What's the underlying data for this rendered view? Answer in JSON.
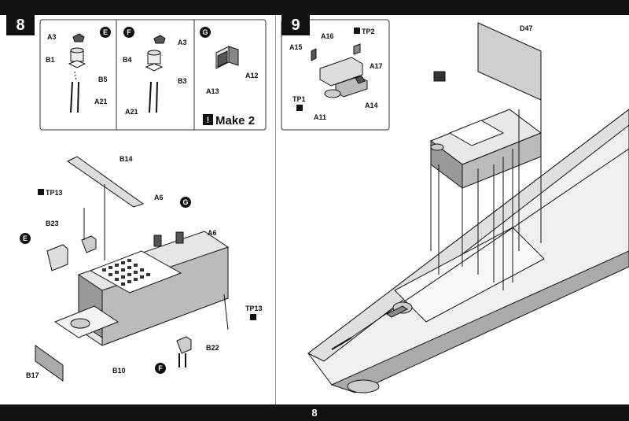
{
  "page_number": "8",
  "steps": [
    {
      "number": "8"
    },
    {
      "number": "9"
    }
  ],
  "subassemblies": {
    "e": "E",
    "f": "F",
    "g": "G"
  },
  "make_note": "Make 2",
  "parts": {
    "A3": "A3",
    "B1": "B1",
    "B5": "B5",
    "A21": "A21",
    "B4": "B4",
    "B3": "B3",
    "A13": "A13",
    "A12": "A12",
    "B14": "B14",
    "TP13": "TP13",
    "A6": "A6",
    "B23": "B23",
    "B22": "B22",
    "B17": "B17",
    "B10": "B10",
    "A15": "A15",
    "A16": "A16",
    "TP2": "TP2",
    "A17": "A17",
    "TP1": "TP1",
    "A14": "A14",
    "A11": "A11",
    "D47": "D47"
  }
}
